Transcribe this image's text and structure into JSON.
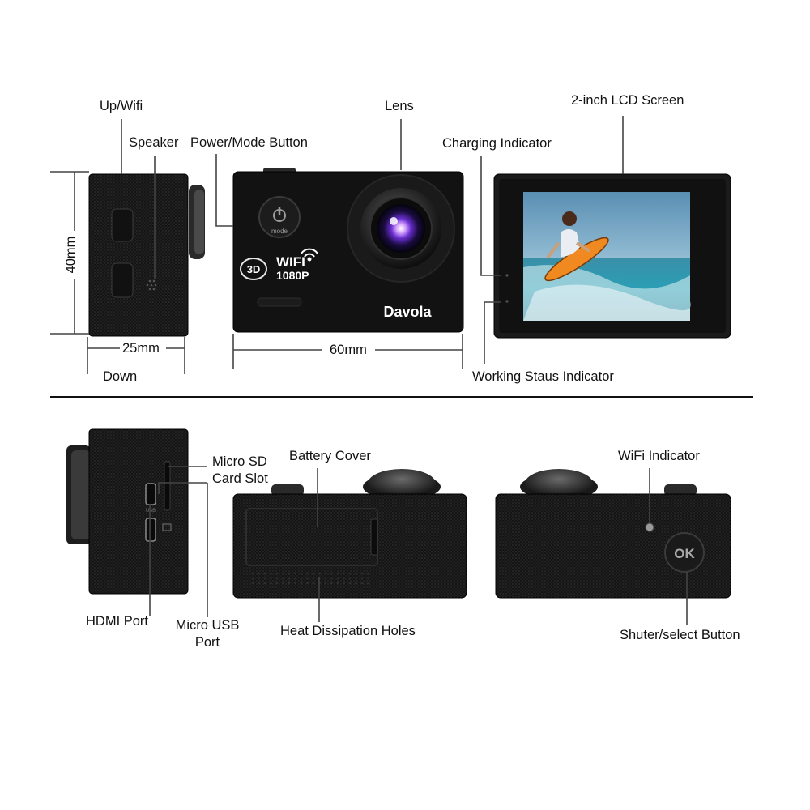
{
  "top_labels": {
    "up_wifi": "Up/Wifi",
    "speaker": "Speaker",
    "power_mode": "Power/Mode Button",
    "lens": "Lens",
    "lcd": "2-inch LCD Screen",
    "charging": "Charging Indicator",
    "dim_height": "40mm",
    "dim_depth": "25mm",
    "dim_width": "60mm",
    "down": "Down",
    "working": "Working Staus Indicator"
  },
  "camera_front": {
    "mode_text": "mode",
    "badge_3d": "3D",
    "wifi_text": "WIFI",
    "res_text": "1080P",
    "brand": "Davola"
  },
  "bottom_labels": {
    "micro_sd_line1": "Micro SD",
    "micro_sd_line2": "Card Slot",
    "battery": "Battery Cover",
    "wifi_indicator": "WiFi Indicator",
    "hdmi": "HDMI Port",
    "micro_usb_line1": "Micro USB",
    "micro_usb_line2": "Port",
    "heat": "Heat Dissipation Holes",
    "shutter": "Shuter/select Button"
  },
  "camera_right": {
    "ok_text": "OK"
  }
}
